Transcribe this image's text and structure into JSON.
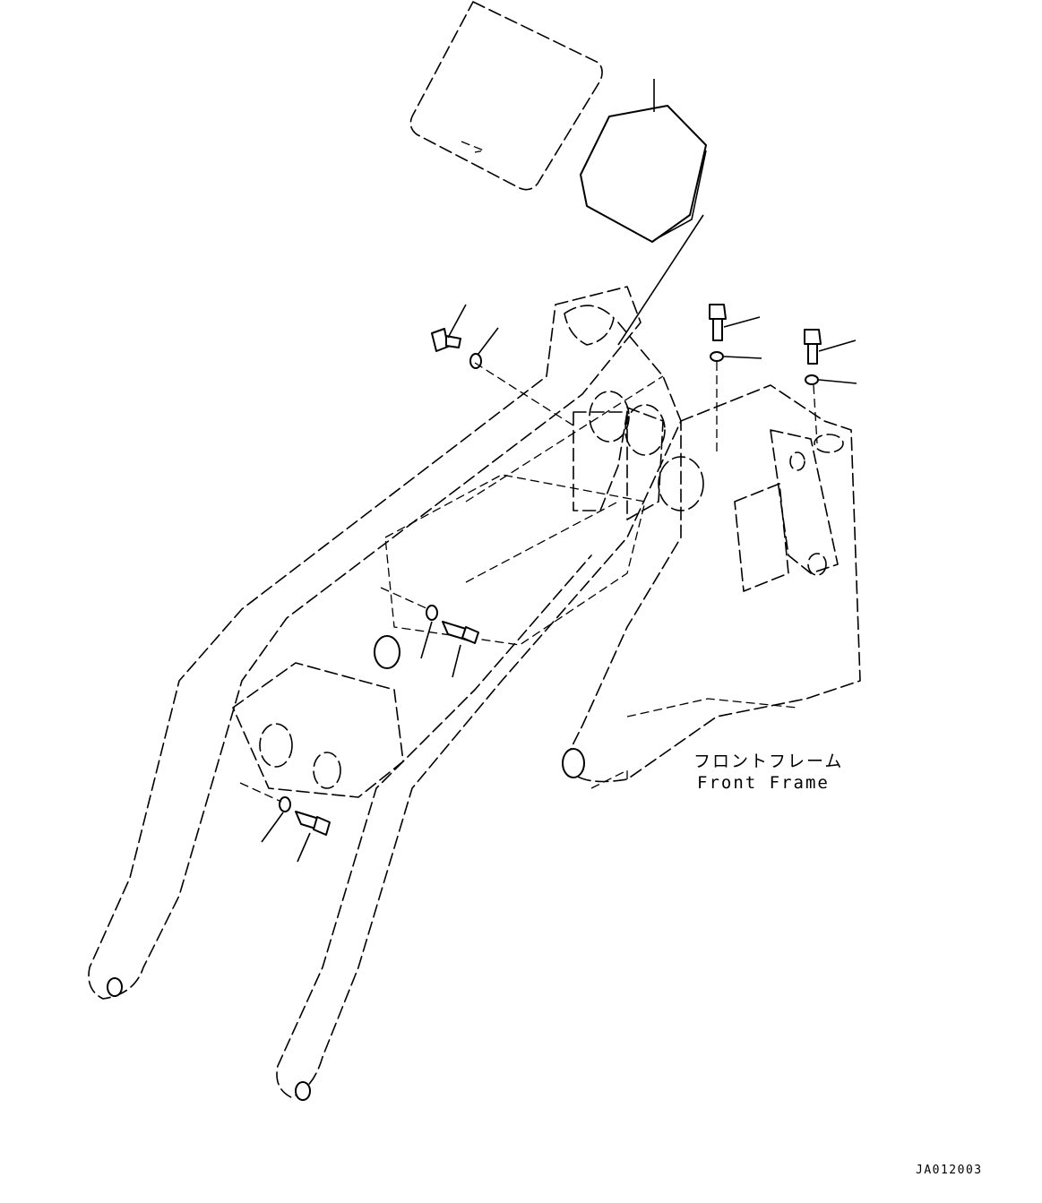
{
  "label": {
    "japanese": "フロントフレーム",
    "english": "Front Frame"
  },
  "drawing_code": "JA012003"
}
